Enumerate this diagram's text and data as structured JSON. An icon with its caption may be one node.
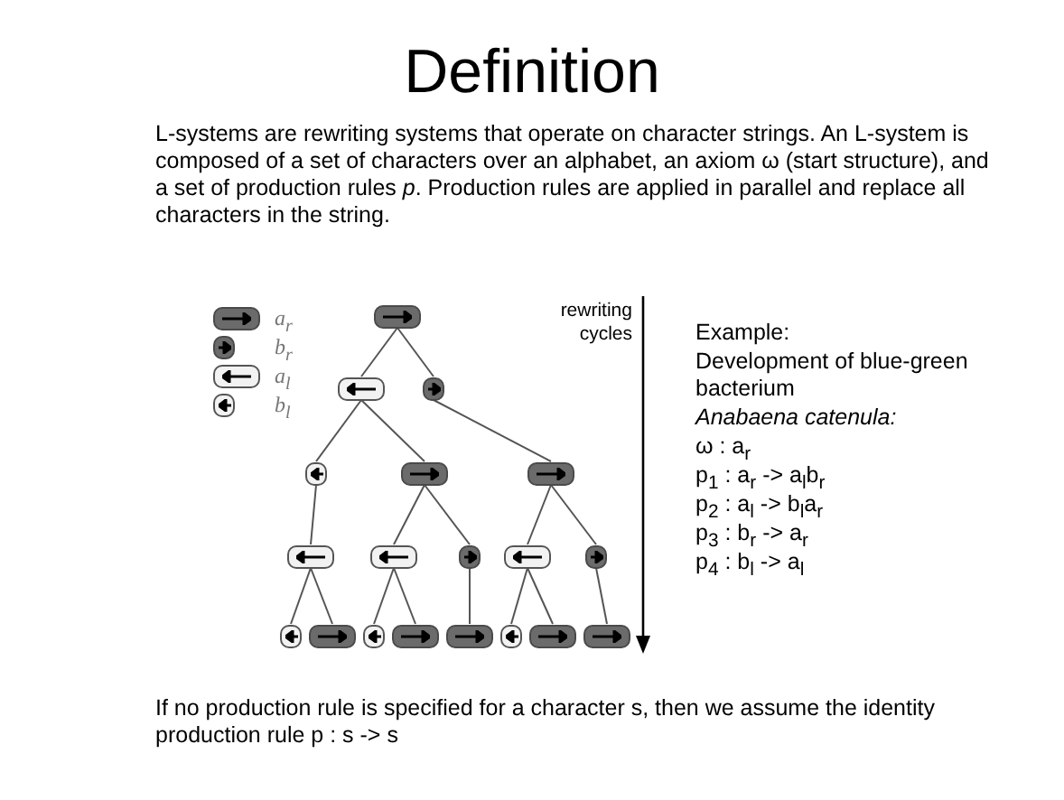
{
  "diagram": {
    "title": "Definition",
    "nodes": [
      {
        "text": [],
        "shape": "box"
      },
      {
        "text": [],
        "shape": "box"
      },
      {
        "text": [],
        "shape": "box"
      },
      {
        "text": [],
        "shape": "box"
      },
      {
        "text": [],
        "shape": "box"
      },
      {
        "text": [],
        "shape": "box"
      },
      {
        "text": [],
        "shape": "box"
      },
      {
        "text": [],
        "shape": "box"
      },
      {
        "text": [],
        "shape": "box"
      },
      {
        "text": [],
        "shape": "box"
      },
      {
        "text": [],
        "shape": "box"
      },
      {
        "text": [],
        "shape": "box"
      },
      {
        "text": [],
        "shape": "box"
      },
      {
        "text": [],
        "shape": "box"
      },
      {
        "text": [],
        "shape": "box"
      },
      {
        "text": [],
        "shape": "box"
      },
      {
        "text": [],
        "shape": "box"
      },
      {
        "text": [],
        "shape": "box"
      },
      {
        "text": [],
        "shape": "box"
      }
    ],
    "edges": [
      {
        "from": 0,
        "to": 1,
        "arrow": "none"
      },
      {
        "from": 0,
        "to": 2,
        "arrow": "none"
      },
      {
        "from": 1,
        "to": 3,
        "arrow": "none"
      },
      {
        "from": 1,
        "to": 4,
        "arrow": "none"
      },
      {
        "from": 2,
        "to": 5,
        "arrow": "none"
      },
      {
        "from": 3,
        "to": 6,
        "arrow": "none"
      },
      {
        "from": 4,
        "to": 7,
        "arrow": "none"
      },
      {
        "from": 4,
        "to": 8,
        "arrow": "none"
      },
      {
        "from": 5,
        "to": 9,
        "arrow": "none"
      },
      {
        "from": 5,
        "to": 10,
        "arrow": "none"
      },
      {
        "from": 6,
        "to": 11,
        "arrow": "none"
      },
      {
        "from": 6,
        "to": 12,
        "arrow": "none"
      },
      {
        "from": 7,
        "to": 13,
        "arrow": "none"
      },
      {
        "from": 7,
        "to": 14,
        "arrow": "none"
      },
      {
        "from": 8,
        "to": 15,
        "arrow": "none"
      },
      {
        "from": 9,
        "to": 16,
        "arrow": "none"
      },
      {
        "from": 9,
        "to": 17,
        "arrow": "none"
      },
      {
        "from": 10,
        "to": 18,
        "arrow": "none"
      }
    ],
    "labels": [
      "L-systems are rewriting systems that operate on character strings. An L-system is composed of a set of characters over an alphabet, an axiom ω (start structure), and a set of production rules *p*. Production rules are applied in parallel and replace all characters in the string.",
      "rewriting cycles",
      "Example:",
      "Development of blue-green bacterium",
      "Anabaena catenula:",
      "ω : a$_{r}$",
      "p$_{1}$ : a$_{r}$ -> a$_{l}$b$_{r}$",
      "p$_{2}$ : a$_{l}$ -> b$_{l}$a$_{r}$",
      "p$_{3}$ : b$_{r}$ -> a$_{r}$",
      "p$_{4}$ : b$_{l}$ -> a$_{l}$",
      "If no production rule is specified for a character s, then we assume the identity production rule p : s -> s"
    ],
    "legend": [
      {
        "text": "a$_{r}$"
      },
      {
        "text": "b$_{r}$"
      },
      {
        "text": "a$_{l}$"
      },
      {
        "text": "b$_{l}$"
      }
    ]
  }
}
